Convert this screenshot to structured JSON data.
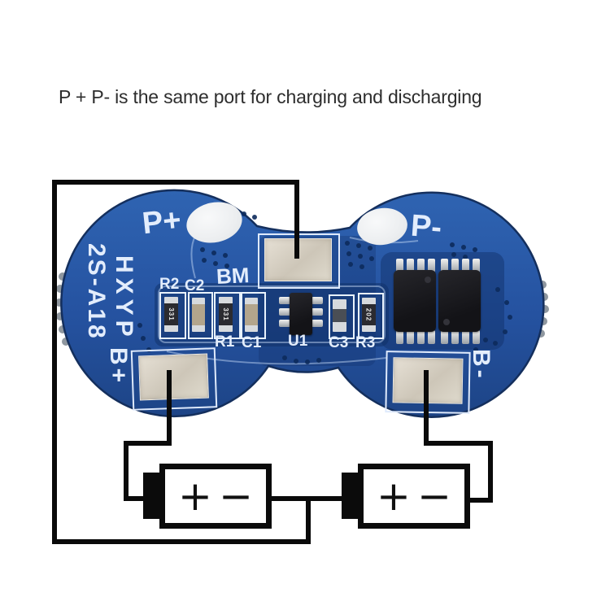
{
  "title": "P + P- is the same port for charging and discharging",
  "board": {
    "port_labels": {
      "p_plus": "P+",
      "p_minus": "P-",
      "bm": "BM",
      "b_plus": "B+",
      "b_minus": "B-"
    },
    "model": {
      "brand": "HXYP",
      "part": "2S-A18"
    },
    "component_labels": {
      "r2": "R2",
      "c2": "C2",
      "r1": "R1",
      "c1": "C1",
      "u1": "U1",
      "c3": "C3",
      "r3": "R3"
    },
    "component_markings": {
      "r2": "331",
      "r1": "331",
      "r3": "202"
    },
    "colors": {
      "pcb_blue": "#2a57a5",
      "pcb_dark": "#16386f",
      "silkscreen": "#e3edfc",
      "pad_silver": "#d6cfc2",
      "chip_black": "#1a1a1e",
      "wire": "#0a0a0a",
      "background": "#ffffff"
    }
  },
  "batteries": [
    {
      "positive": "+",
      "negative": "−"
    },
    {
      "positive": "+",
      "negative": "−"
    }
  ]
}
